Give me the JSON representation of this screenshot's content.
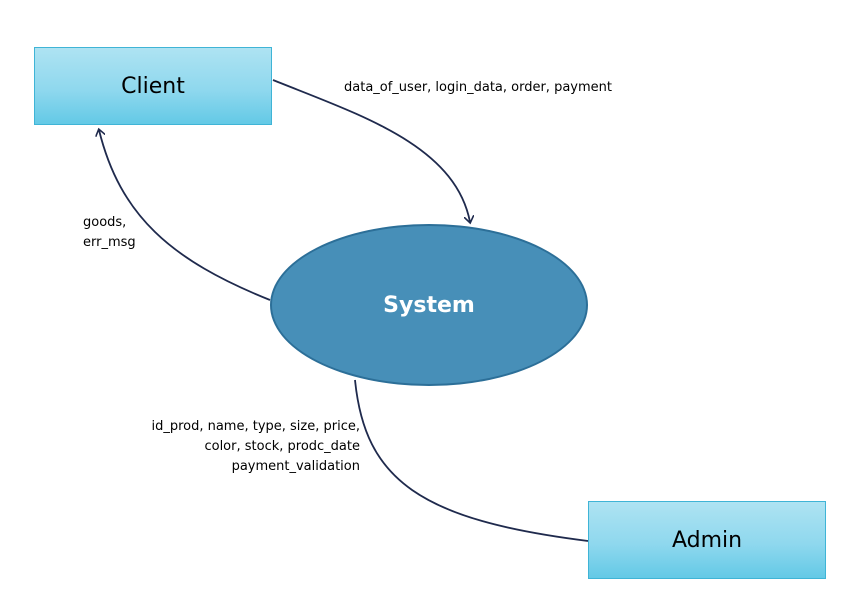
{
  "nodes": {
    "client": "Client",
    "system": "System",
    "admin": "Admin"
  },
  "flows": {
    "client_to_system": "data_of_user, login_data, order, payment",
    "system_to_client": [
      "goods,",
      "err_msg"
    ],
    "admin_to_system": [
      "id_prod, name, type, size, price,",
      "color, stock, prodc_date",
      "payment_validation"
    ]
  },
  "colors": {
    "entity_fill": "#8fd8ee",
    "entity_border": "#3fb4d6",
    "process_fill": "#478fb8",
    "arrow": "#1f2a4d"
  }
}
